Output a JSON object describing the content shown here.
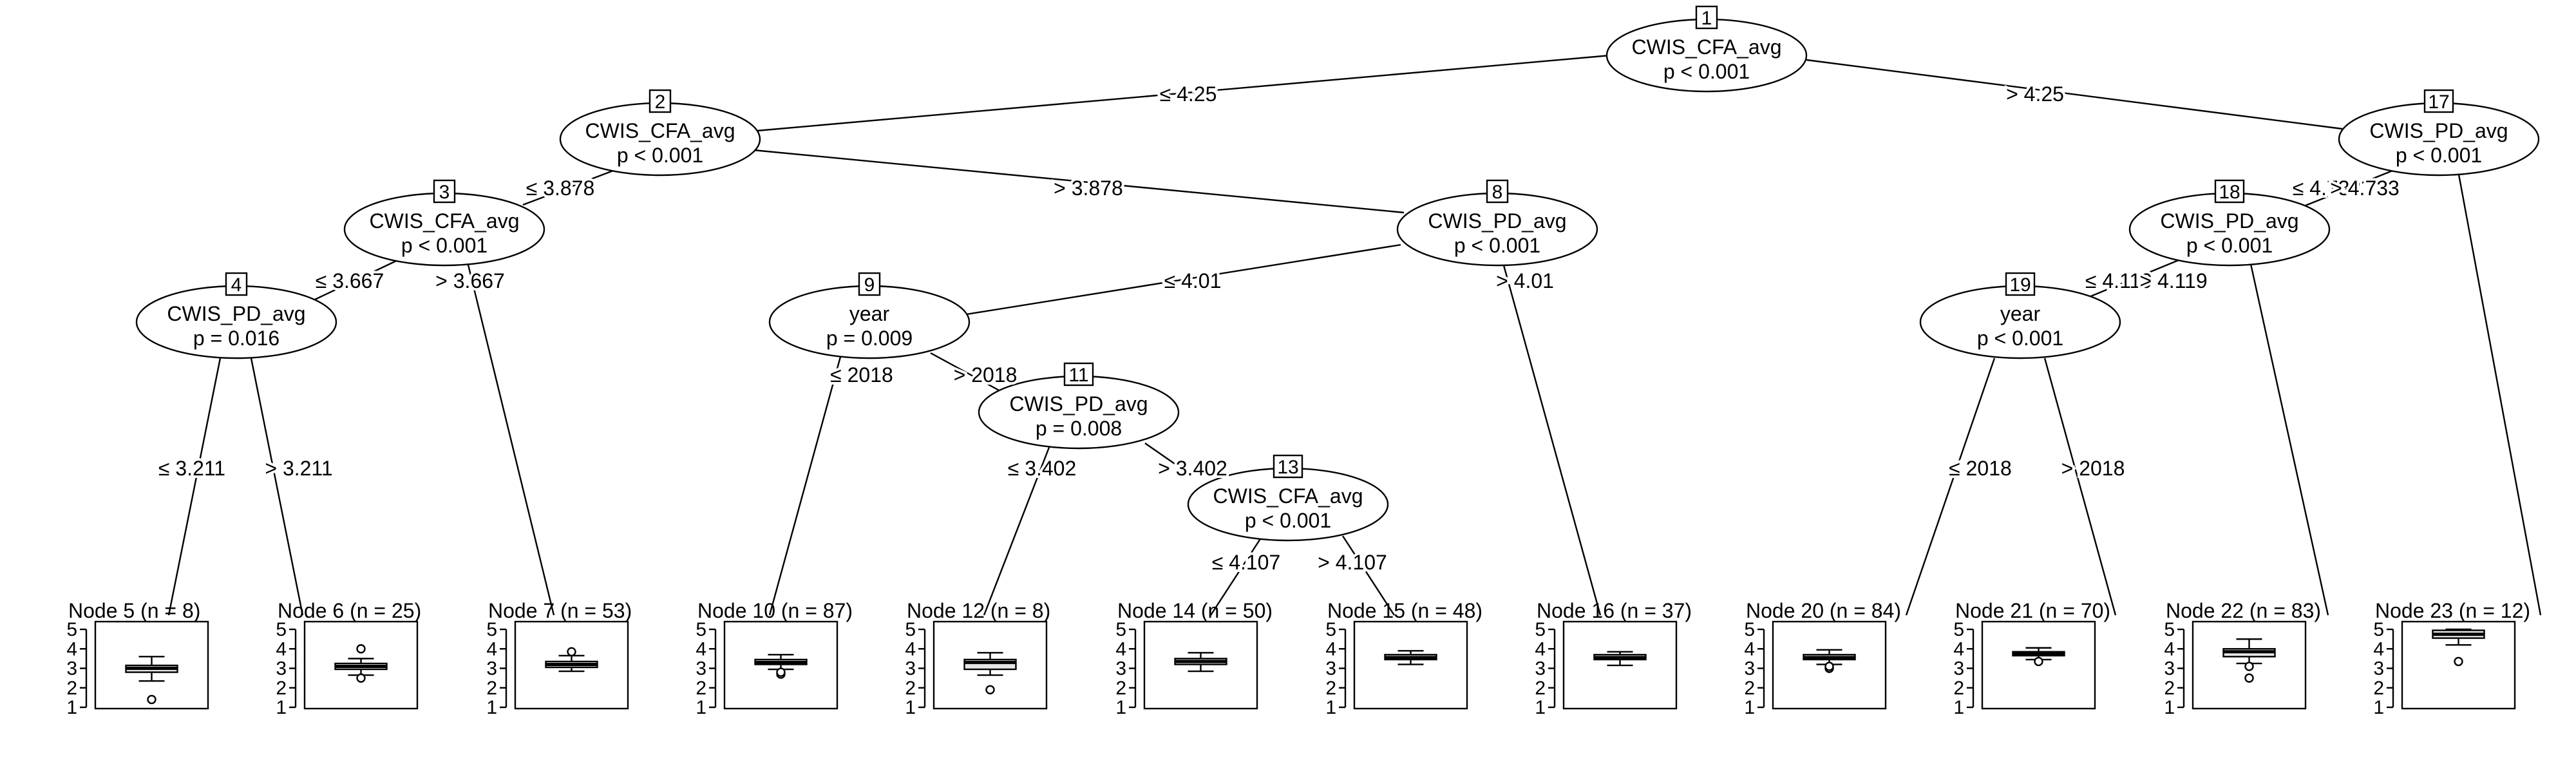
{
  "inner_nodes": [
    {
      "id": 1,
      "num": "1",
      "var": "CWIS_CFA_avg",
      "p": "p < 0.001"
    },
    {
      "id": 2,
      "num": "2",
      "var": "CWIS_CFA_avg",
      "p": "p < 0.001"
    },
    {
      "id": 3,
      "num": "3",
      "var": "CWIS_CFA_avg",
      "p": "p < 0.001"
    },
    {
      "id": 4,
      "num": "4",
      "var": "CWIS_PD_avg",
      "p": "p = 0.016"
    },
    {
      "id": 8,
      "num": "8",
      "var": "CWIS_PD_avg",
      "p": "p < 0.001"
    },
    {
      "id": 9,
      "num": "9",
      "var": "year",
      "p": "p = 0.009"
    },
    {
      "id": 11,
      "num": "11",
      "var": "CWIS_PD_avg",
      "p": "p = 0.008"
    },
    {
      "id": 13,
      "num": "13",
      "var": "CWIS_CFA_avg",
      "p": "p < 0.001"
    },
    {
      "id": 17,
      "num": "17",
      "var": "CWIS_PD_avg",
      "p": "p < 0.001"
    },
    {
      "id": 18,
      "num": "18",
      "var": "CWIS_PD_avg",
      "p": "p < 0.001"
    },
    {
      "id": 19,
      "num": "19",
      "var": "year",
      "p": "p < 0.001"
    }
  ],
  "edges": [
    {
      "from": 1,
      "to": 2,
      "label": "≤ 4.25"
    },
    {
      "from": 1,
      "to": 17,
      "label": "> 4.25"
    },
    {
      "from": 2,
      "to": 3,
      "label": "≤ 3.878"
    },
    {
      "from": 2,
      "to": 8,
      "label": "> 3.878"
    },
    {
      "from": 3,
      "to": 4,
      "label": "≤ 3.667"
    },
    {
      "from": 3,
      "to": 7,
      "label": "> 3.667"
    },
    {
      "from": 4,
      "to": 5,
      "label": "≤ 3.211"
    },
    {
      "from": 4,
      "to": 6,
      "label": "> 3.211"
    },
    {
      "from": 8,
      "to": 9,
      "label": "≤ 4.01"
    },
    {
      "from": 8,
      "to": 16,
      "label": "> 4.01"
    },
    {
      "from": 9,
      "to": 10,
      "label": "≤ 2018"
    },
    {
      "from": 9,
      "to": 11,
      "label": "> 2018"
    },
    {
      "from": 11,
      "to": 12,
      "label": "≤ 3.402"
    },
    {
      "from": 11,
      "to": 13,
      "label": "> 3.402"
    },
    {
      "from": 13,
      "to": 14,
      "label": "≤ 4.107"
    },
    {
      "from": 13,
      "to": 15,
      "label": "> 4.107"
    },
    {
      "from": 17,
      "to": 18,
      "label": "≤ 4.733"
    },
    {
      "from": 17,
      "to": 23,
      "label": "> 4.733"
    },
    {
      "from": 18,
      "to": 19,
      "label": "≤ 4.119"
    },
    {
      "from": 18,
      "to": 22,
      "label": "> 4.119"
    },
    {
      "from": 19,
      "to": 20,
      "label": "≤ 2018"
    },
    {
      "from": 19,
      "to": 21,
      "label": "> 2018"
    }
  ],
  "terminal_nodes": [
    {
      "id": 5,
      "title": "Node 5 (n = 8)",
      "q1": 2.8,
      "median": 3.0,
      "q3": 3.15,
      "wlo": 2.35,
      "whi": 3.6,
      "outliers": [
        1.4
      ]
    },
    {
      "id": 6,
      "title": "Node 6 (n = 25)",
      "q1": 2.95,
      "median": 3.1,
      "q3": 3.25,
      "wlo": 2.65,
      "whi": 3.5,
      "outliers": [
        2.5,
        4.0
      ]
    },
    {
      "id": 7,
      "title": "Node 7 (n = 53)",
      "q1": 3.05,
      "median": 3.2,
      "q3": 3.35,
      "wlo": 2.85,
      "whi": 3.65,
      "outliers": [
        3.85
      ]
    },
    {
      "id": 10,
      "title": "Node 10 (n = 87)",
      "q1": 3.2,
      "median": 3.3,
      "q3": 3.45,
      "wlo": 2.95,
      "whi": 3.7,
      "outliers": [
        2.7,
        2.8
      ]
    },
    {
      "id": 12,
      "title": "Node 12 (n = 8)",
      "q1": 2.95,
      "median": 3.3,
      "q3": 3.45,
      "wlo": 2.65,
      "whi": 3.8,
      "outliers": [
        1.9
      ]
    },
    {
      "id": 14,
      "title": "Node 14 (n = 50)",
      "q1": 3.2,
      "median": 3.35,
      "q3": 3.5,
      "wlo": 2.85,
      "whi": 3.8,
      "outliers": []
    },
    {
      "id": 15,
      "title": "Node 15 (n = 48)",
      "q1": 3.45,
      "median": 3.55,
      "q3": 3.7,
      "wlo": 3.2,
      "whi": 3.9,
      "outliers": []
    },
    {
      "id": 16,
      "title": "Node 16 (n = 37)",
      "q1": 3.45,
      "median": 3.55,
      "q3": 3.7,
      "wlo": 3.15,
      "whi": 3.85,
      "outliers": []
    },
    {
      "id": 20,
      "title": "Node 20 (n = 84)",
      "q1": 3.45,
      "median": 3.55,
      "q3": 3.7,
      "wlo": 3.2,
      "whi": 3.95,
      "outliers": [
        3.0,
        3.1
      ]
    },
    {
      "id": 21,
      "title": "Node 21 (n = 70)",
      "q1": 3.65,
      "median": 3.75,
      "q3": 3.85,
      "wlo": 3.45,
      "whi": 4.05,
      "outliers": [
        3.35
      ]
    },
    {
      "id": 22,
      "title": "Node 22 (n = 83)",
      "q1": 3.6,
      "median": 3.85,
      "q3": 4.0,
      "wlo": 3.25,
      "whi": 4.5,
      "outliers": [
        3.1,
        2.5
      ]
    },
    {
      "id": 23,
      "title": "Node 23 (n = 12)",
      "q1": 4.55,
      "median": 4.75,
      "q3": 4.95,
      "wlo": 4.2,
      "whi": 5.0,
      "outliers": [
        3.35
      ]
    }
  ],
  "y_axis": {
    "min": 1,
    "max": 5,
    "ticks": [
      "1",
      "2",
      "3",
      "4",
      "5"
    ]
  }
}
